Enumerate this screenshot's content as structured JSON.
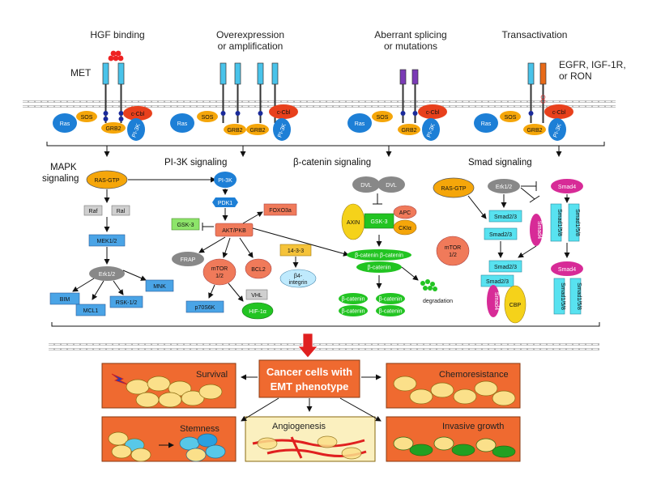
{
  "headers": {
    "hgf": "HGF binding",
    "overexp_1": "Overexpression",
    "overexp_2": "or amplification",
    "splice_1": "Aberrant splicing",
    "splice_2": "or mutations",
    "trans": "Transactivation",
    "met": "MET",
    "egfr_1": "EGFR, IGF-1R,",
    "egfr_2": "or RON"
  },
  "adaptor": {
    "ras": "Ras",
    "sos": "SOS",
    "cbl": "c-Cbl",
    "grb2": "GRB2",
    "pi3k": "PI-3K"
  },
  "pathways": {
    "mapk_1": "MAPK",
    "mapk_2": "signaling",
    "pi3k": "PI-3K signaling",
    "catenin": "β-catenin signaling",
    "smad": "Smad signaling"
  },
  "mapk": {
    "rasgtp": "RAS-GTP",
    "raf": "Raf",
    "ral": "Ral",
    "mek": "MEK1/2",
    "erk": "Erk1/2",
    "bim": "BIM",
    "mcl1": "MCL1",
    "rsk": "RSK-1/2",
    "mnk": "MNK"
  },
  "pi3k": {
    "pi3k": "PI-3K",
    "pdk1": "PDK1",
    "foxo": "FOXO3a",
    "gsk3": "GSK-3",
    "akt": "AKT/PKB",
    "frap": "FRAP",
    "mtor_1": "mTOR",
    "mtor_2": "1/2",
    "bcl2": "BCL2",
    "p70": "p70S6K",
    "vhl": "VHL",
    "hif": "HIF-1α",
    "p1433": "14-3-3",
    "b4_1": "β4-",
    "b4_2": "integrin"
  },
  "catenin": {
    "dvl": "DVL",
    "axin": "AXIN",
    "gsk3": "GSK-3",
    "apc": "APC",
    "cki": "CKIα",
    "bcat_pair": "β-catenin β-catenin",
    "bcat": "β-catenin",
    "degradation": "degradation"
  },
  "smad": {
    "rasgtp": "RAS-GTP",
    "erk": "Erk1/2",
    "smad4": "Smad4",
    "smad23": "Smad2/3",
    "smad158": "Smad1/5/8",
    "mtor_1": "mTOR",
    "mtor_2": "1/2",
    "cbp": "CBP"
  },
  "outcomes": {
    "center_1": "Cancer cells with",
    "center_2": "EMT phenotype",
    "survival": "Survival",
    "chemo": "Chemoresistance",
    "stemness": "Stemness",
    "angio": "Angiogenesis",
    "invasive": "Invasive growth"
  },
  "colors": {
    "receptor": "#49c3ea",
    "ras": "#1d7fd6",
    "sos": "#f5a60a",
    "cbl": "#e8401c",
    "box_orange": "#ef6a30",
    "box_cream": "#fbf0bf",
    "green": "#22c422",
    "cyan": "#58e2f0",
    "magenta": "#d72b97",
    "salmon": "#f08080"
  }
}
